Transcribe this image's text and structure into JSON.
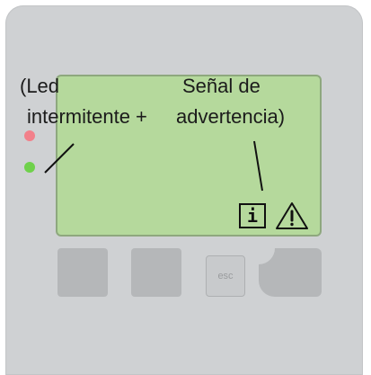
{
  "annotations": {
    "led_line1": "(Led",
    "led_line2": "intermitente +",
    "signal_line1": "Señal de",
    "signal_line2": "advertencia)"
  },
  "lcd": {
    "info_symbol": "i",
    "info_icon": "info-icon",
    "warning_icon": "warning-triangle-icon"
  },
  "leds": [
    {
      "name": "red-led",
      "color": "#f2808a"
    },
    {
      "name": "green-led",
      "color": "#6fd14b"
    }
  ],
  "buttons": {
    "esc_label": "esc"
  },
  "colors": {
    "panel": "#cfd1d3",
    "lcd": "#b5d99c",
    "button": "#b5b7b9"
  }
}
